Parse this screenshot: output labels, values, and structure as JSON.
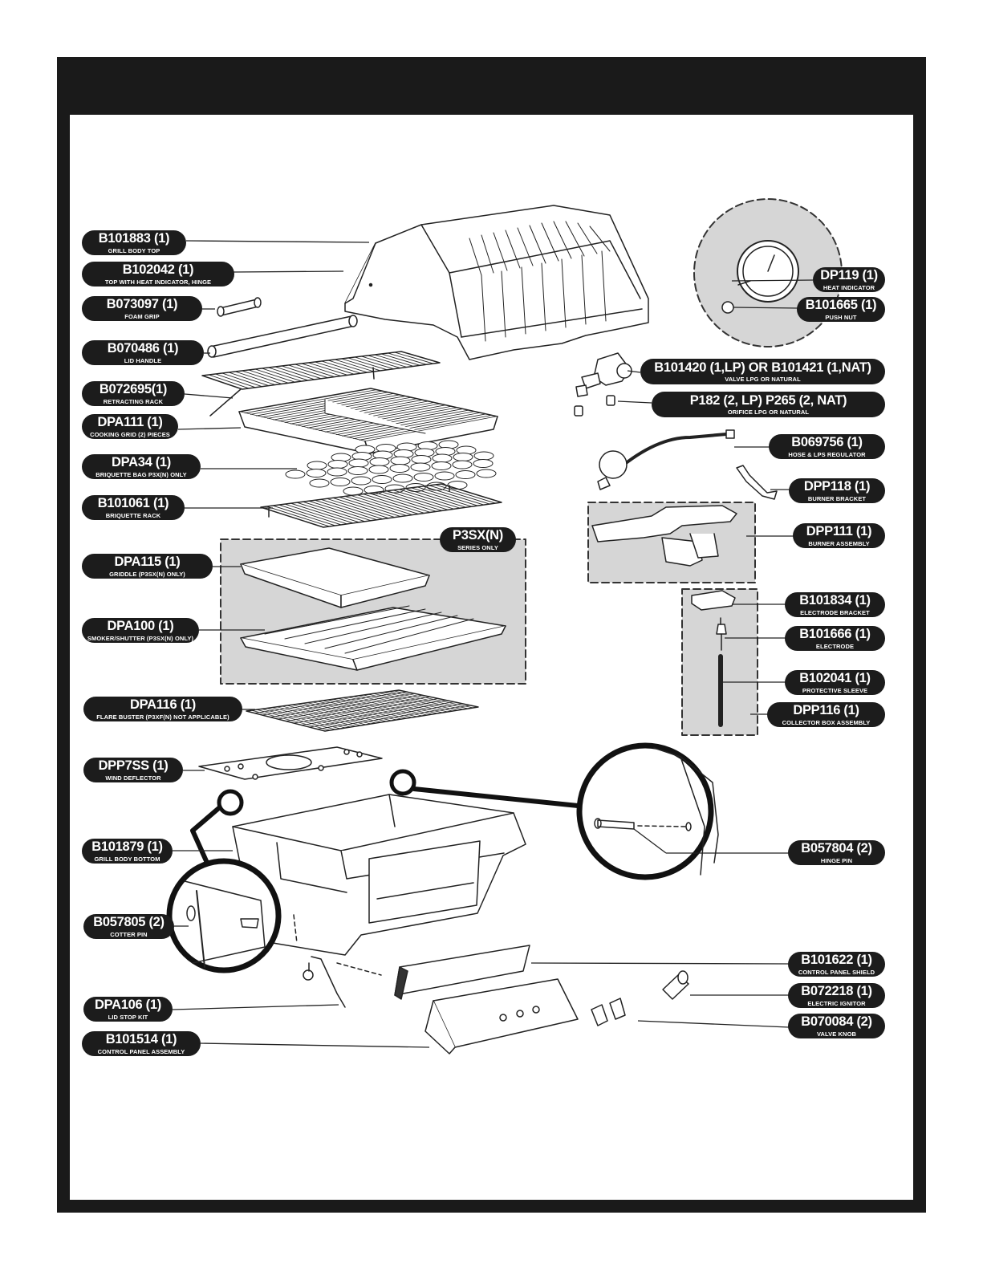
{
  "labels": {
    "b101883": {
      "part": "B101883 (1)",
      "desc": "GRILL BODY TOP"
    },
    "b102042": {
      "part": "B102042 (1)",
      "desc": "TOP WITH HEAT INDICATOR, HINGE"
    },
    "b073097": {
      "part": "B073097 (1)",
      "desc": "FOAM GRIP"
    },
    "b070486": {
      "part": "B070486 (1)",
      "desc": "LID HANDLE"
    },
    "b072695": {
      "part": "B072695(1)",
      "desc": "RETRACTING RACK"
    },
    "dpa111": {
      "part": "DPA111 (1)",
      "desc": "COOKING GRID (2) PIECES"
    },
    "dpa34": {
      "part": "DPA34 (1)",
      "desc": "BRIQUETTE BAG P3X(N) ONLY"
    },
    "b101061": {
      "part": "B101061 (1)",
      "desc": "BRIQUETTE RACK"
    },
    "p3sxn": {
      "part": "P3SX(N)",
      "desc": "SERIES ONLY"
    },
    "dpa115": {
      "part": "DPA115 (1)",
      "desc": "GRIDDLE (P3SX(N) ONLY)"
    },
    "dpa100": {
      "part": "DPA100 (1)",
      "desc": "SMOKER/SHUTTER (P3SX(N) ONLY)"
    },
    "dpa116": {
      "part": "DPA116 (1)",
      "desc": "FLARE BUSTER (P3XF(N) NOT APPLICABLE)"
    },
    "dpp7ss": {
      "part": "DPP7SS (1)",
      "desc": "WIND DEFLECTOR"
    },
    "b101879": {
      "part": "B101879 (1)",
      "desc": "GRILL BODY BOTTOM"
    },
    "b057805": {
      "part": "B057805 (2)",
      "desc": "COTTER PIN"
    },
    "dpa106": {
      "part": "DPA106 (1)",
      "desc": "LID STOP KIT"
    },
    "b101514": {
      "part": "B101514 (1)",
      "desc": "CONTROL PANEL ASSEMBLY"
    },
    "dp119": {
      "part": "DP119 (1)",
      "desc": "HEAT INDICATOR"
    },
    "b101665": {
      "part": "B101665 (1)",
      "desc": "PUSH NUT"
    },
    "b101420": {
      "part": "B101420  (1,LP)  OR B101421 (1,NAT)",
      "desc": "VALVE LPG OR NATURAL"
    },
    "p182": {
      "part": "P182 (2, LP)  P265 (2, NAT)",
      "desc": "ORIFICE LPG OR NATURAL"
    },
    "b069756": {
      "part": "B069756 (1)",
      "desc": "HOSE & LPS REGULATOR"
    },
    "dpp118": {
      "part": "DPP118 (1)",
      "desc": "BURNER BRACKET"
    },
    "dpp111": {
      "part": "DPP111 (1)",
      "desc": "BURNER ASSEMBLY"
    },
    "b101834": {
      "part": "B101834 (1)",
      "desc": "ELECTRODE BRACKET"
    },
    "b101666": {
      "part": "B101666 (1)",
      "desc": "ELECTRODE"
    },
    "b102041": {
      "part": "B102041 (1)",
      "desc": "PROTECTIVE SLEEVE"
    },
    "dpp116": {
      "part": "DPP116 (1)",
      "desc": "COLLECTOR BOX ASSEMBLY"
    },
    "b057804": {
      "part": "B057804 (2)",
      "desc": "HINGE PIN"
    },
    "b101622": {
      "part": "B101622 (1)",
      "desc": "CONTROL PANEL SHIELD"
    },
    "b072218": {
      "part": "B072218 (1)",
      "desc": "ELECTRIC IGNITOR"
    },
    "b070084": {
      "part": "B070084 (2)",
      "desc": "VALVE KNOB"
    }
  }
}
